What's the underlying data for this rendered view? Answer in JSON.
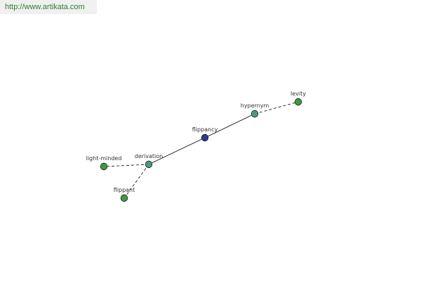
{
  "header": {
    "url": "http://www.artikata.com"
  },
  "graph": {
    "colors": {
      "center": "#2e3b8c",
      "relation": "#4a9a84",
      "word": "#3f9a3f",
      "edge": "#000000"
    },
    "nodes": [
      {
        "id": "flippancy",
        "label": "flippancy",
        "kind": "center"
      },
      {
        "id": "hypernym",
        "label": "hypernym",
        "kind": "relation"
      },
      {
        "id": "levity",
        "label": "levity",
        "kind": "word"
      },
      {
        "id": "derivation",
        "label": "derivation",
        "kind": "relation"
      },
      {
        "id": "light-minded",
        "label": "light-minded",
        "kind": "word"
      },
      {
        "id": "flippant",
        "label": "flippant",
        "kind": "word"
      }
    ],
    "edges": [
      {
        "from": "flippancy",
        "to": "hypernym",
        "style": "solid"
      },
      {
        "from": "flippancy",
        "to": "derivation",
        "style": "solid"
      },
      {
        "from": "hypernym",
        "to": "levity",
        "style": "dashed"
      },
      {
        "from": "derivation",
        "to": "light-minded",
        "style": "dashed"
      },
      {
        "from": "derivation",
        "to": "flippant",
        "style": "dashed"
      }
    ]
  }
}
